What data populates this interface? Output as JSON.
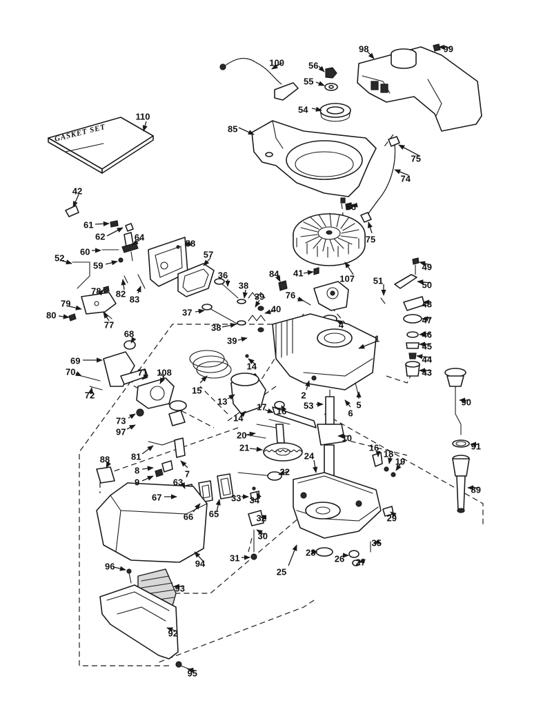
{
  "gasket_set_label": "GASKET SET",
  "callouts": [
    {
      "id": "c1",
      "text": "1"
    },
    {
      "id": "c2",
      "text": "2"
    },
    {
      "id": "c4",
      "text": "4"
    },
    {
      "id": "c5",
      "text": "5"
    },
    {
      "id": "c6",
      "text": "6"
    },
    {
      "id": "c7",
      "text": "7"
    },
    {
      "id": "c8",
      "text": "8"
    },
    {
      "id": "c9",
      "text": "9"
    },
    {
      "id": "c10",
      "text": "10"
    },
    {
      "id": "c13",
      "text": "13"
    },
    {
      "id": "c14a",
      "text": "14"
    },
    {
      "id": "c14b",
      "text": "14"
    },
    {
      "id": "c15",
      "text": "15"
    },
    {
      "id": "c16a",
      "text": "16"
    },
    {
      "id": "c16b",
      "text": "16"
    },
    {
      "id": "c17",
      "text": "17"
    },
    {
      "id": "c18",
      "text": "18"
    },
    {
      "id": "c19",
      "text": "19"
    },
    {
      "id": "c20",
      "text": "20"
    },
    {
      "id": "c21",
      "text": "21"
    },
    {
      "id": "c22",
      "text": "22"
    },
    {
      "id": "c24",
      "text": "24"
    },
    {
      "id": "c25",
      "text": "25"
    },
    {
      "id": "c26",
      "text": "26"
    },
    {
      "id": "c27",
      "text": "27"
    },
    {
      "id": "c28",
      "text": "28"
    },
    {
      "id": "c29",
      "text": "29"
    },
    {
      "id": "c30",
      "text": "30"
    },
    {
      "id": "c31",
      "text": "31"
    },
    {
      "id": "c32",
      "text": "32"
    },
    {
      "id": "c33",
      "text": "33"
    },
    {
      "id": "c34",
      "text": "34"
    },
    {
      "id": "c35",
      "text": "35"
    },
    {
      "id": "c36",
      "text": "36"
    },
    {
      "id": "c37",
      "text": "37"
    },
    {
      "id": "c38a",
      "text": "38"
    },
    {
      "id": "c38b",
      "text": "38"
    },
    {
      "id": "c39a",
      "text": "39"
    },
    {
      "id": "c39b",
      "text": "39"
    },
    {
      "id": "c40",
      "text": "40"
    },
    {
      "id": "c41",
      "text": "41"
    },
    {
      "id": "c42",
      "text": "42"
    },
    {
      "id": "c43",
      "text": "43"
    },
    {
      "id": "c44",
      "text": "44"
    },
    {
      "id": "c45",
      "text": "45"
    },
    {
      "id": "c46",
      "text": "46"
    },
    {
      "id": "c47",
      "text": "47"
    },
    {
      "id": "c48",
      "text": "48"
    },
    {
      "id": "c49",
      "text": "49"
    },
    {
      "id": "c50",
      "text": "50"
    },
    {
      "id": "c51",
      "text": "51"
    },
    {
      "id": "c52",
      "text": "52"
    },
    {
      "id": "c53",
      "text": "53"
    },
    {
      "id": "c54",
      "text": "54"
    },
    {
      "id": "c55",
      "text": "55"
    },
    {
      "id": "c56",
      "text": "56"
    },
    {
      "id": "c57",
      "text": "57"
    },
    {
      "id": "c58",
      "text": "58"
    },
    {
      "id": "c59",
      "text": "59"
    },
    {
      "id": "c60",
      "text": "60"
    },
    {
      "id": "c61",
      "text": "61"
    },
    {
      "id": "c62",
      "text": "62"
    },
    {
      "id": "c63",
      "text": "63"
    },
    {
      "id": "c64",
      "text": "64"
    },
    {
      "id": "c65",
      "text": "65"
    },
    {
      "id": "c66",
      "text": "66"
    },
    {
      "id": "c67",
      "text": "67"
    },
    {
      "id": "c68",
      "text": "68"
    },
    {
      "id": "c69",
      "text": "69"
    },
    {
      "id": "c70",
      "text": "70"
    },
    {
      "id": "c71",
      "text": "71"
    },
    {
      "id": "c72",
      "text": "72"
    },
    {
      "id": "c73",
      "text": "73"
    },
    {
      "id": "c74",
      "text": "74"
    },
    {
      "id": "c75a",
      "text": "75"
    },
    {
      "id": "c75b",
      "text": "75"
    },
    {
      "id": "c76",
      "text": "76"
    },
    {
      "id": "c77",
      "text": "77"
    },
    {
      "id": "c78",
      "text": "78"
    },
    {
      "id": "c79",
      "text": "79"
    },
    {
      "id": "c80",
      "text": "80"
    },
    {
      "id": "c81",
      "text": "81"
    },
    {
      "id": "c82",
      "text": "82"
    },
    {
      "id": "c83",
      "text": "83"
    },
    {
      "id": "c84",
      "text": "84"
    },
    {
      "id": "c85",
      "text": "85"
    },
    {
      "id": "c86",
      "text": "86"
    },
    {
      "id": "c88",
      "text": "88"
    },
    {
      "id": "c89",
      "text": "89"
    },
    {
      "id": "c90",
      "text": "90"
    },
    {
      "id": "c91",
      "text": "91"
    },
    {
      "id": "c92",
      "text": "92"
    },
    {
      "id": "c93",
      "text": "93"
    },
    {
      "id": "c94",
      "text": "94"
    },
    {
      "id": "c95",
      "text": "95"
    },
    {
      "id": "c96",
      "text": "96"
    },
    {
      "id": "c97",
      "text": "97"
    },
    {
      "id": "c98",
      "text": "98"
    },
    {
      "id": "c99",
      "text": "99"
    },
    {
      "id": "c100",
      "text": "100"
    },
    {
      "id": "c107",
      "text": "107"
    },
    {
      "id": "c108",
      "text": "108"
    },
    {
      "id": "c110",
      "text": "110"
    }
  ]
}
